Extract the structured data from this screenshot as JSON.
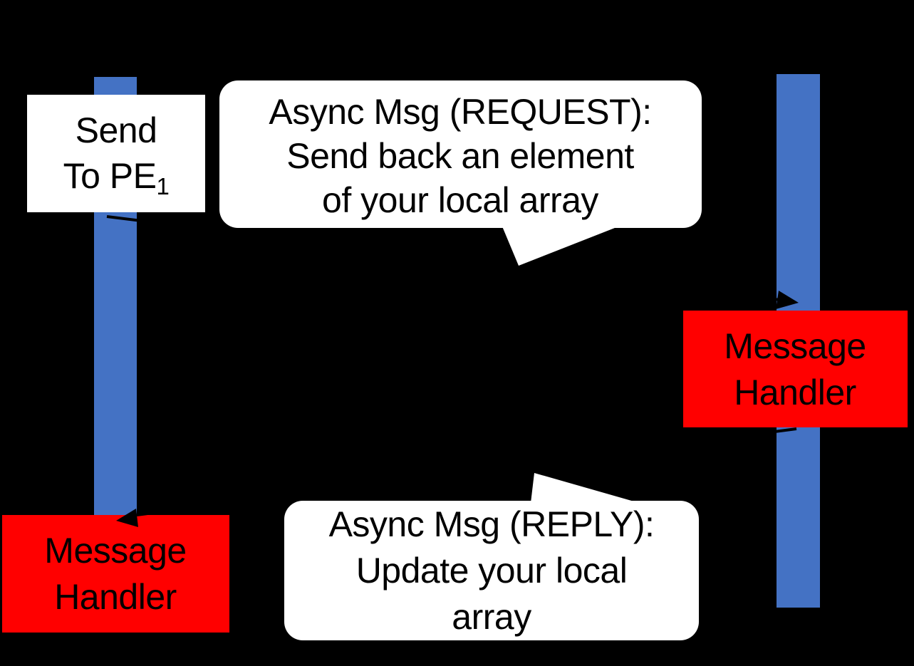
{
  "diagram": {
    "background_color": "#000000",
    "timeline_color": "#4472C4",
    "handler_color": "#FF0000",
    "bubble_color": "#FFFFFF",
    "arrow_color": "#000000",
    "text_color": "#000000",
    "send_box": {
      "line1": "Send",
      "line2": "To PE",
      "line2_subscript": "1"
    },
    "request_bubble": {
      "line1": "Async Msg (REQUEST):",
      "line2": "Send back an element",
      "line3": "of your local array"
    },
    "reply_bubble": {
      "line1": "Async Msg (REPLY):",
      "line2": "Update your local",
      "line3": "array"
    },
    "left_handler": {
      "line1": "Message",
      "line2": "Handler"
    },
    "right_handler": {
      "line1": "Message",
      "line2": "Handler"
    }
  }
}
